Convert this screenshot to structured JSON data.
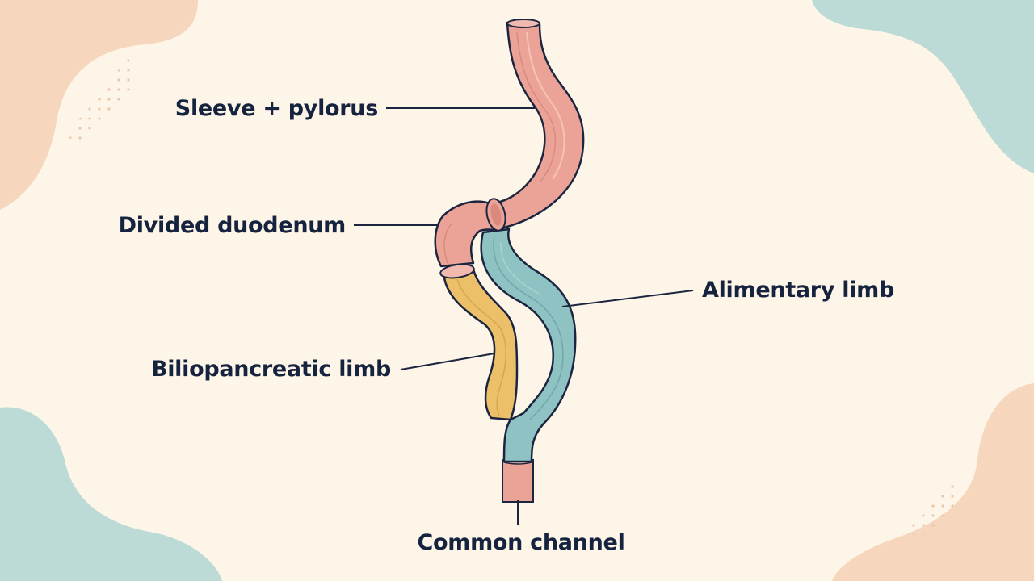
{
  "labels": {
    "sleeve_pylorus": "Sleeve + pylorus",
    "divided_duodenum": "Divided duodenum",
    "alimentary_limb": "Alimentary limb",
    "biliopancreatic_limb": "Biliopancreatic limb",
    "common_channel": "Common channel"
  },
  "colors": {
    "background": "#fcf5e8",
    "sleeve": "#eca397",
    "alimentary_limb": "#8fc3c3",
    "biliopancreatic_limb": "#ecc068",
    "outline": "#1c2540",
    "text": "#16233f",
    "blob_peach": "#f6d6bc",
    "blob_teal": "#bcdbd6"
  }
}
